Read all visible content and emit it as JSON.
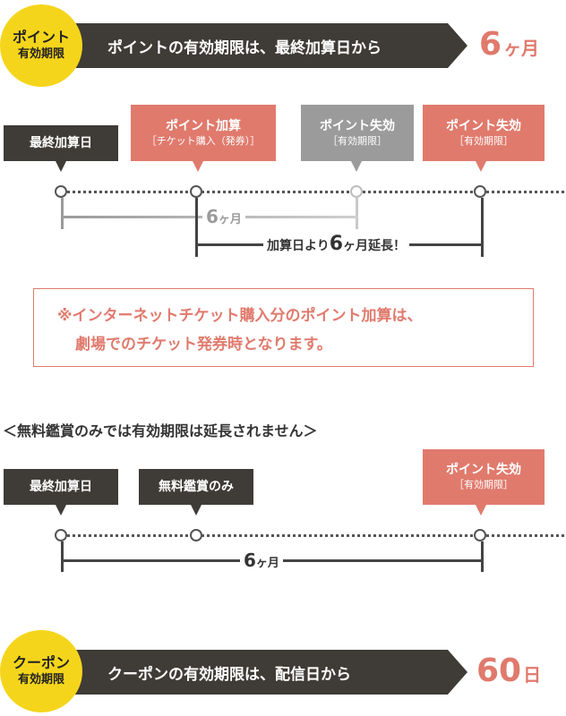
{
  "top_banner": {
    "badge_line1": "ポイント",
    "badge_line2": "有効期限",
    "text": "ポイントの有効期限は、最終加算日から",
    "value_number": "6",
    "value_unit": "ヶ月"
  },
  "timeline1": {
    "labels": {
      "last_add": "最終加算日",
      "point_add_title": "ポイント加算",
      "point_add_sub": "［チケット購入（発券）］",
      "expire_gray_title": "ポイント失効",
      "expire_gray_sub": "［有効期限］",
      "expire_red_title": "ポイント失効",
      "expire_red_sub": "［有効期限］"
    },
    "span_gray_number": "6",
    "span_gray_unit": "ヶ月",
    "extend_prefix": "加算日より",
    "extend_number": "6",
    "extend_suffix": "ヶ月延長！"
  },
  "note": {
    "line1": "※インターネットチケット購入分のポイント加算は、",
    "line2": "劇場でのチケット発券時となります。"
  },
  "section2": {
    "title": "＜無料鑑賞のみでは有効期限は延長されません＞",
    "labels": {
      "last_add": "最終加算日",
      "free_view": "無料鑑賞のみ",
      "expire_title": "ポイント失効",
      "expire_sub": "［有効期限］"
    },
    "span_number": "6",
    "span_unit": "ヶ月"
  },
  "bottom_banner": {
    "badge_line1": "クーポン",
    "badge_line2": "有効期限",
    "text": "クーポンの有効期限は、配信日から",
    "value_number": "60",
    "value_unit": "日"
  },
  "colors": {
    "dark": "#3f3b36",
    "accent_red": "#e07a6d",
    "gray": "#9b9b9b",
    "badge_yellow": "#f5d51b"
  }
}
